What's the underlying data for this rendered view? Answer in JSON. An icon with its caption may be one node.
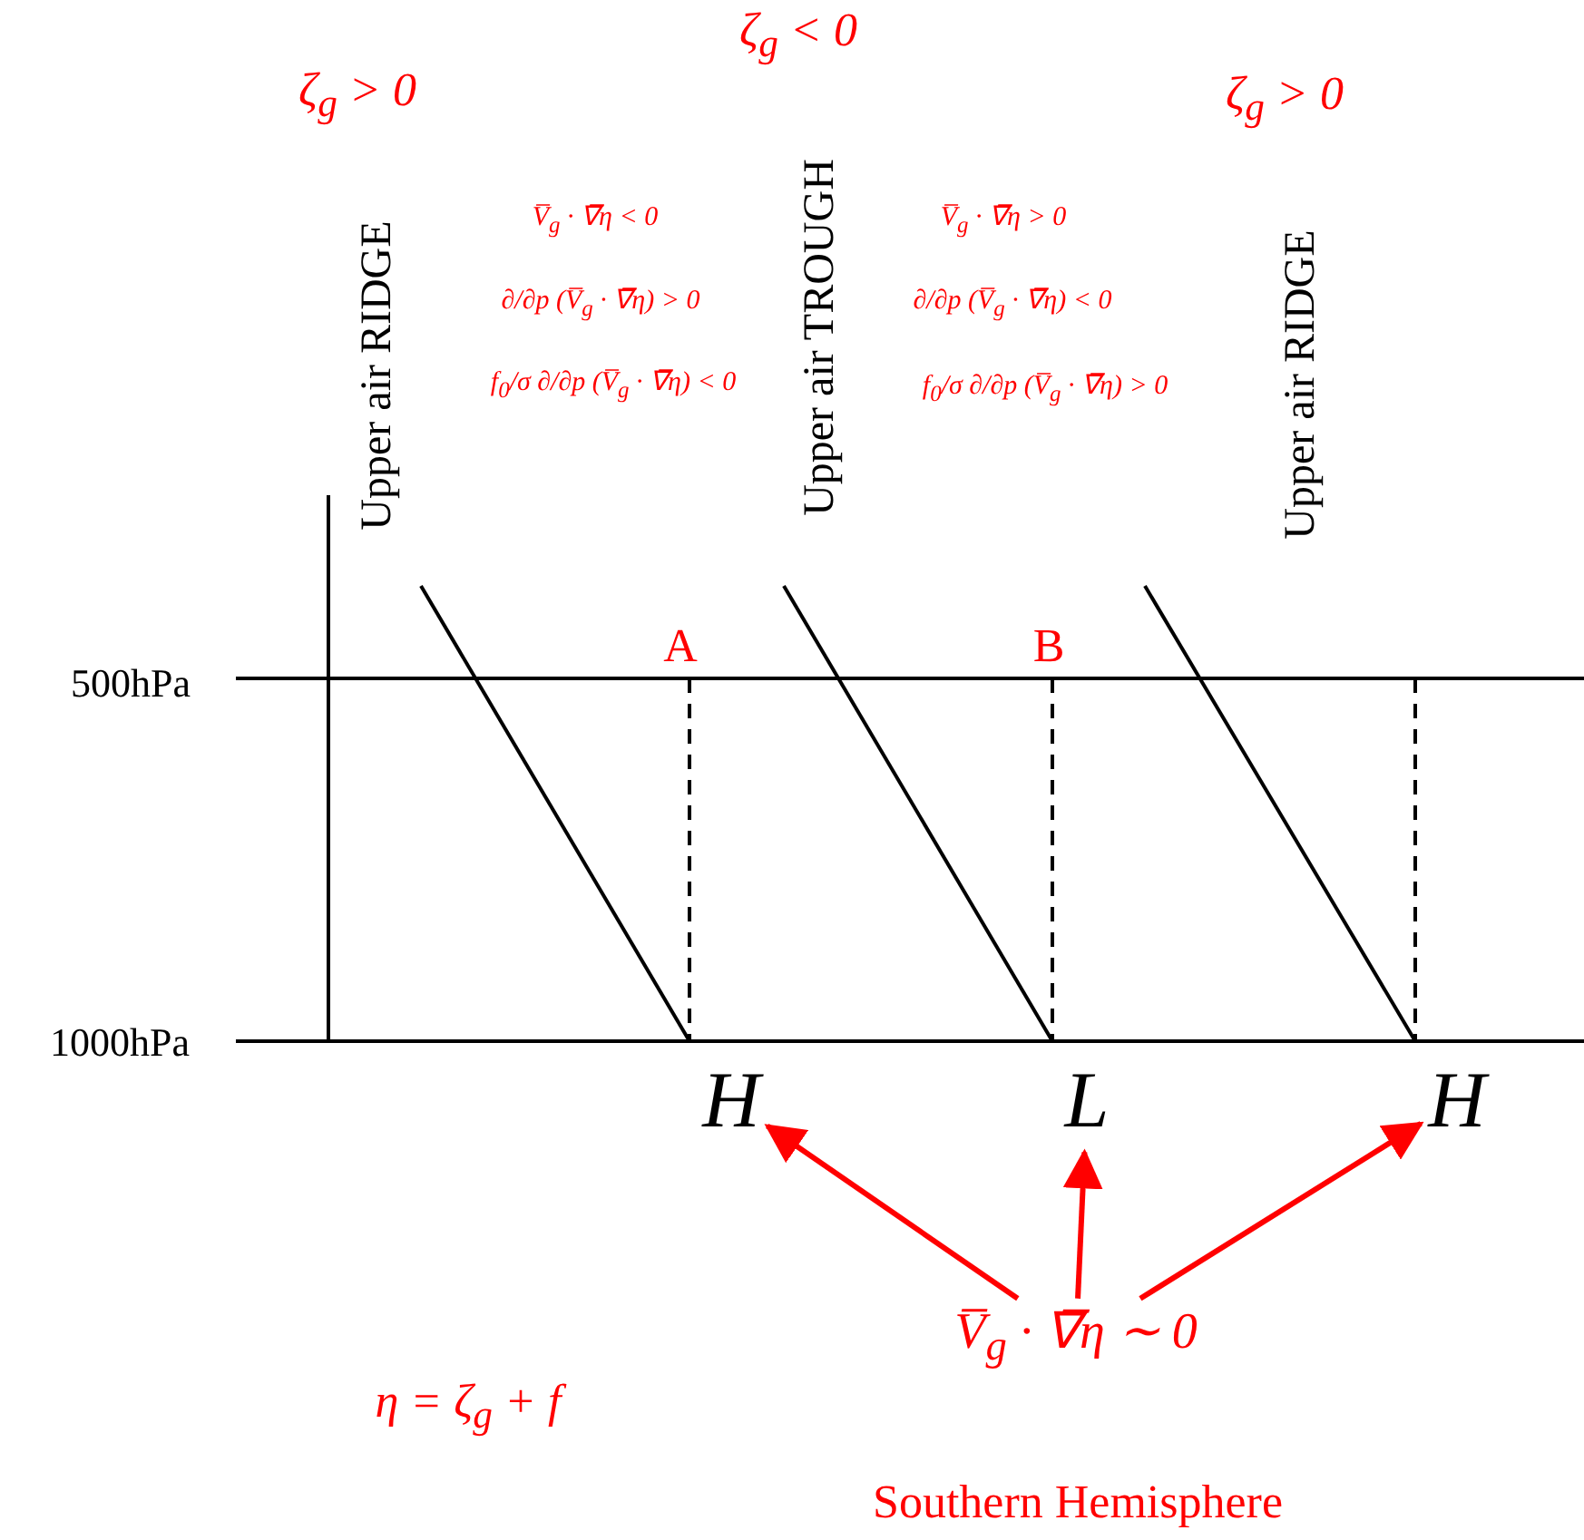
{
  "diagram": {
    "caption": "Southern Hemisphere",
    "nodes": [
      {
        "text": [
          "H"
        ]
      },
      {
        "text": [
          "L"
        ]
      },
      {
        "text": [
          "H"
        ]
      },
      {
        "text": [
          "V̅$_{g}$ · ∇̅η ∼ 0"
        ]
      }
    ],
    "edges": [
      {
        "from": 3,
        "to": 0,
        "arrow": "to"
      },
      {
        "from": 3,
        "to": 1,
        "arrow": "to"
      },
      {
        "from": 3,
        "to": 2,
        "arrow": "to"
      }
    ],
    "labels": [
      "ζ$_{g}$ < 0",
      "ζ$_{g}$ > 0",
      "ζ$_{g}$ > 0",
      "Upper air RIDGE",
      "V̅$_{g}$ · ∇̅η < 0",
      "∂/∂p (V̅$_{g}$ · ∇̅η) > 0",
      "f$_{0}$/σ ∂/∂p (V̅$_{g}$ · ∇̅η) < 0",
      "Upper air TROUGH",
      "V̅$_{g}$ · ∇̅η > 0",
      "∂/∂p (V̅$_{g}$ · ∇̅η) < 0",
      "f$_{0}$/σ ∂/∂p (V̅$_{g}$ · ∇̅η) > 0",
      "Upper air RIDGE",
      "A",
      "B",
      "500hPa",
      "1000hPa",
      "η = ζ$_{g}$ + f"
    ]
  }
}
